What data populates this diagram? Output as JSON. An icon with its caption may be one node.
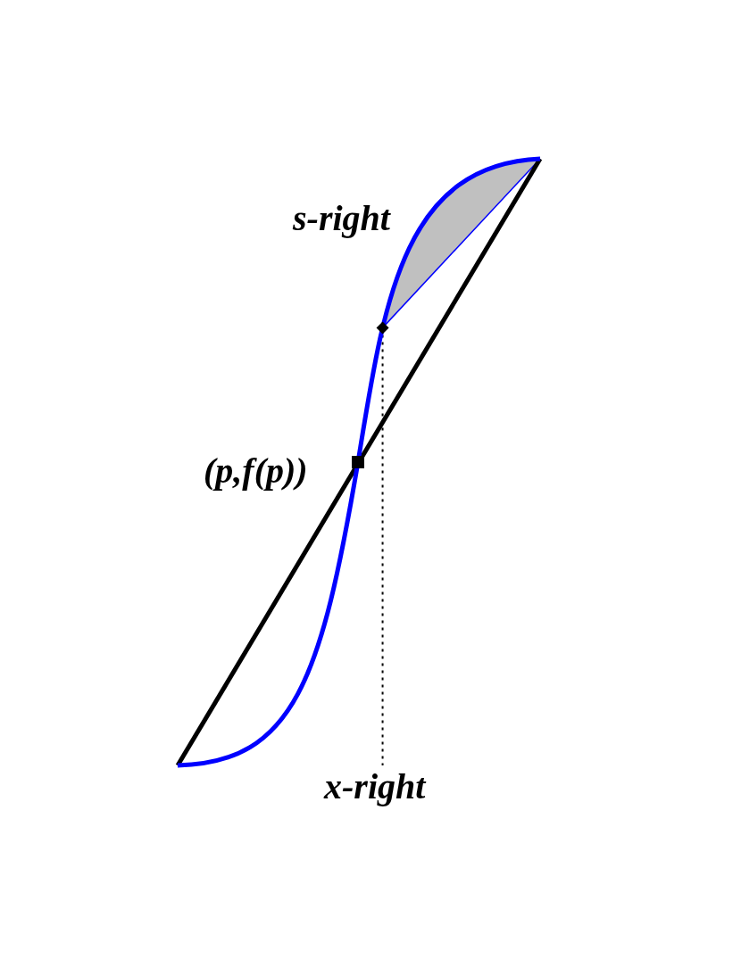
{
  "diagram": {
    "labels": [
      "s-right",
      "(p,f(p))",
      "x-right"
    ]
  }
}
